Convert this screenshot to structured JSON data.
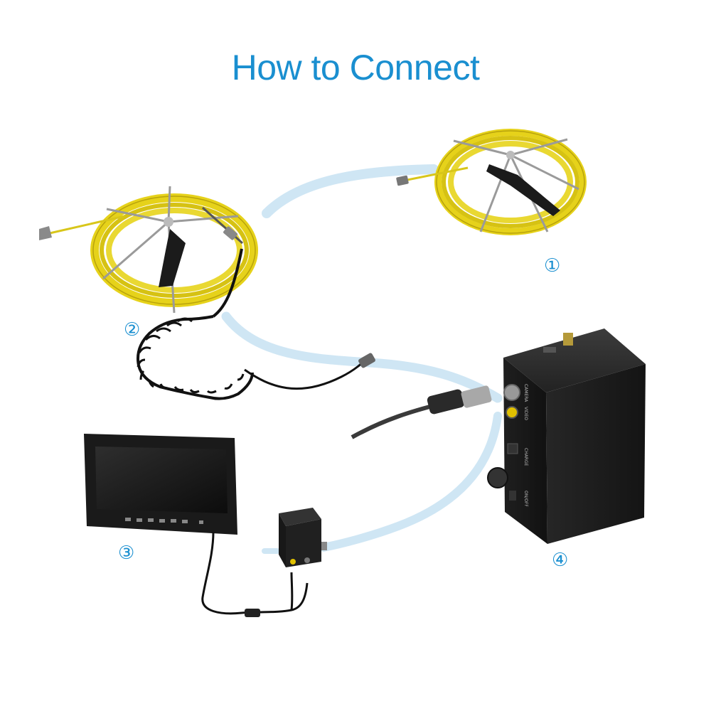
{
  "title": "How to Connect",
  "accent_color": "#1a8fd0",
  "flow_color": "#cfe6f4",
  "labels": {
    "reel_1": "①",
    "reel_2": "②",
    "monitor_3": "③",
    "control_box_4": "④"
  },
  "icons": {
    "reel_1": "cable-reel-icon",
    "reel_2": "cable-reel-icon",
    "monitor_3": "monitor-icon",
    "control_box_4": "control-box-icon",
    "adapter": "adapter-box-icon"
  }
}
